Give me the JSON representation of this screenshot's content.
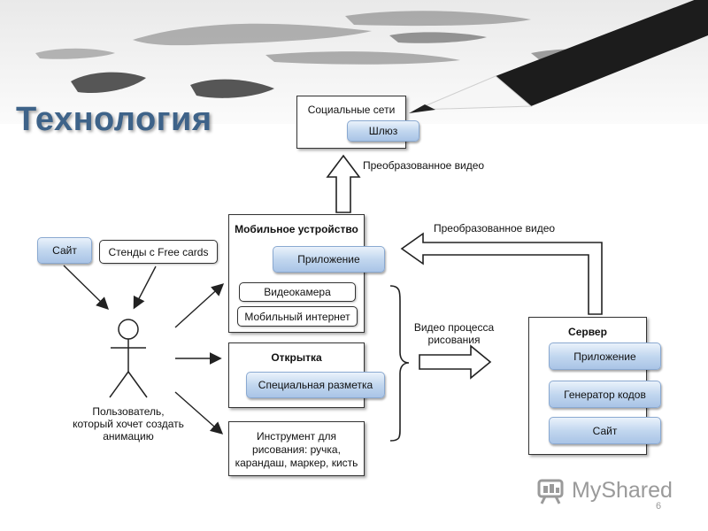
{
  "slide": {
    "title": "Технология",
    "page_number": "6"
  },
  "logo": {
    "text": "MyShared",
    "icon": "myshared-logo-icon"
  },
  "social": {
    "title": "Социальные сети",
    "gateway": "Шлюз"
  },
  "mobile": {
    "title": "Мобильное устройство",
    "app": "Приложение",
    "camera": "Видеокамера",
    "internet": "Мобильный интернет"
  },
  "postcard": {
    "title": "Открытка",
    "markup": "Специальная разметка"
  },
  "tool": {
    "text_line1": "Инструмент для",
    "text_line2": "рисования: ручка,",
    "text_line3": "карандаш, маркер, кисть"
  },
  "server": {
    "title": "Сервер",
    "app": "Приложение",
    "codegen": "Генератор кодов",
    "site": "Сайт"
  },
  "sources": {
    "site": "Сайт",
    "stands": "Стенды с Free cards"
  },
  "user": {
    "line1": "Пользователь,",
    "line2": "который хочет создать",
    "line3": "анимацию"
  },
  "labels": {
    "converted_video_up": "Преобразованное видео",
    "converted_video_back": "Преобразованное видео",
    "drawing_video_line1": "Видео процесса",
    "drawing_video_line2": "рисования"
  },
  "colors": {
    "title": "#3e6389",
    "pill_border": "#8aa9d1",
    "stroke": "#333333"
  }
}
